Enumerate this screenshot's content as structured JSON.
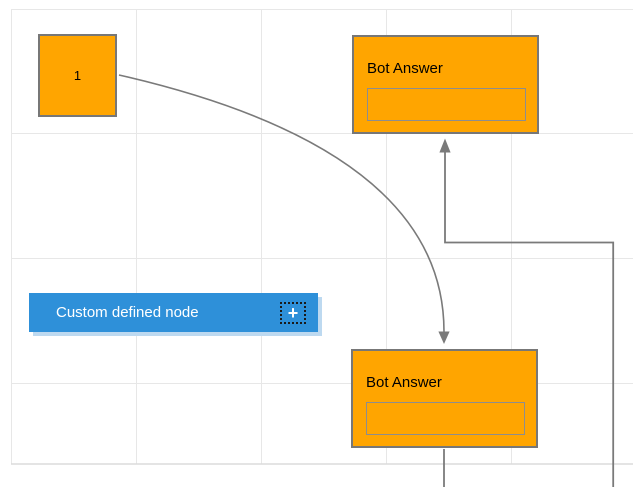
{
  "diagram": {
    "nodes": {
      "square": {
        "label": "1"
      },
      "bot_answer_top": {
        "label": "Bot Answer"
      },
      "bot_answer_bottom": {
        "label": "Bot Answer"
      },
      "custom": {
        "label": "Custom defined node",
        "add_button": "+"
      }
    },
    "colors": {
      "node_fill": "#FFA500",
      "node_border": "#777777",
      "inner_box_border": "#8D8D8D",
      "custom_node_fill": "#2E90D9",
      "custom_node_shadow": "#BDD9F0",
      "custom_node_text": "#FFFFFF",
      "connector": "#7A7A7A",
      "grid_line": "#E7E7E7",
      "canvas_edge": "#DCDCDC",
      "label_text": "#000000"
    }
  }
}
